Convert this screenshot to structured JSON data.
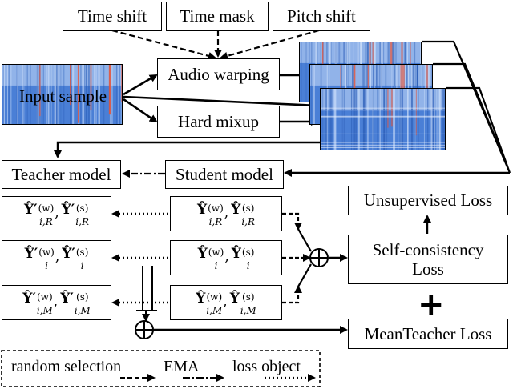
{
  "aug": {
    "time_shift": "Time shift",
    "time_mask": "Time mask",
    "pitch_shift": "Pitch shift"
  },
  "input_sample": "Input sample",
  "audio_warping": "Audio warping",
  "hard_mixup": "Hard mixup",
  "teacher_model": "Teacher model",
  "student_model": "Student model",
  "unsupervised_loss": "Unsupervised Loss",
  "self_consistency_loss": [
    "Self-consistency",
    "Loss"
  ],
  "meanteacher_loss": "MeanTeacher Loss",
  "plus_sign": "+",
  "teacher_outputs": [
    {
      "base": "Ŷ",
      "prime": "′",
      "sup": "(w)",
      "sub": "i,R",
      "base2": "Ŷ",
      "prime2": "′",
      "sup2": "(s)",
      "sub2": "i,R"
    },
    {
      "base": "Ŷ",
      "prime": "′",
      "sup": "(w)",
      "sub": "i",
      "base2": "Ŷ",
      "prime2": "′",
      "sup2": "(s)",
      "sub2": "i"
    },
    {
      "base": "Ŷ",
      "prime": "′",
      "sup": "(w)",
      "sub": "i,M",
      "base2": "Ŷ",
      "prime2": "′",
      "sup2": "(s)",
      "sub2": "i,M"
    }
  ],
  "student_outputs": [
    {
      "base": "Ŷ",
      "sup": "(w)",
      "sub": "i,R",
      "base2": "Ŷ",
      "sup2": "(s)",
      "sub2": "i,R"
    },
    {
      "base": "Ŷ",
      "sup": "(w)",
      "sub": "i",
      "base2": "Ŷ",
      "sup2": "(s)",
      "sub2": "i"
    },
    {
      "base": "Ŷ",
      "sup": "(w)",
      "sub": "i,M",
      "base2": "Ŷ",
      "sup2": "(s)",
      "sub2": "i,M"
    }
  ],
  "legend": {
    "random_selection": "random selection",
    "ema": "EMA",
    "loss_object": "loss object"
  },
  "colors": {
    "spectrogram_blue": "#4a7fd6",
    "spectrogram_light": "#a9c4ef",
    "spectrogram_red": "#e2533a",
    "line": "#000000"
  }
}
